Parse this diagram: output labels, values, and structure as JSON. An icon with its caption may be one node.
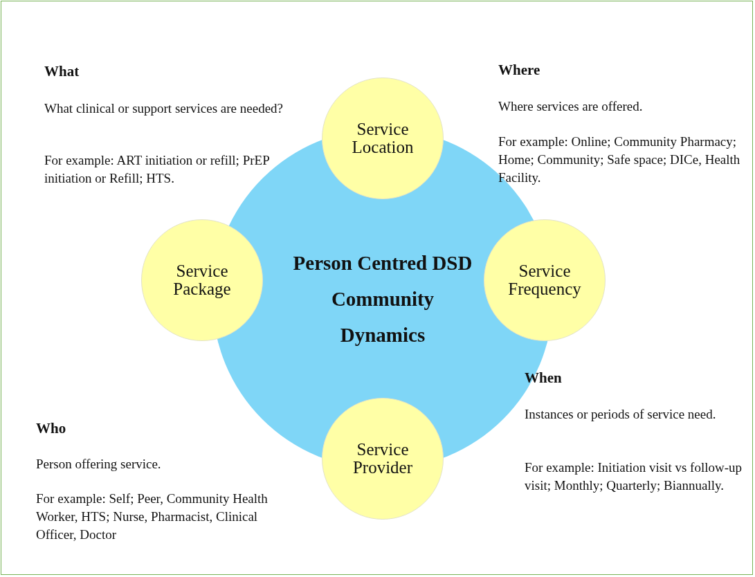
{
  "diagram": {
    "nodes": [
      {
        "text": [
          "Person Centred DSD Community Dynamics"
        ]
      },
      {
        "text": [
          "Service Location"
        ]
      },
      {
        "text": [
          "Service Package"
        ]
      },
      {
        "text": [
          "Service Frequency"
        ]
      },
      {
        "text": [
          "Service Provider"
        ]
      }
    ],
    "edges": [],
    "labels": [
      "What",
      "What clinical or support services are needed?",
      "For example: ART initiation or refill; PrEP initiation or Refill; HTS.",
      "Where",
      "Where services are offered.",
      "For example: Online; Community Pharmacy; Home; Community; Safe space; DICe, Health Facility.",
      "When",
      "Instances or periods of service need.",
      "For example: Initiation visit vs follow-up visit; Monthly; Quarterly; Biannually.",
      "Who",
      "Person offering service.",
      "For example: Self; Peer, Community Health Worker, HTS; Nurse, Pharmacist, Clinical Officer, Doctor"
    ]
  }
}
